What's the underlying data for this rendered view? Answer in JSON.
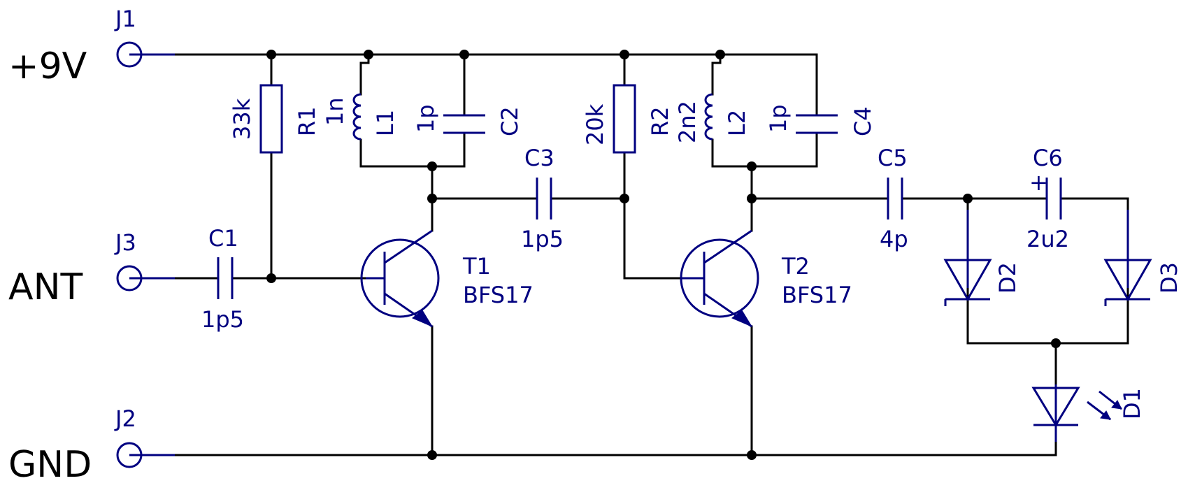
{
  "colors": {
    "wire": "#000000",
    "component": "#000080",
    "background": "#ffffff"
  },
  "connectors": {
    "j1": {
      "ref": "J1",
      "signal": "+9V"
    },
    "j2": {
      "ref": "J2",
      "signal": "GND"
    },
    "j3": {
      "ref": "J3",
      "signal": "ANT"
    }
  },
  "components": {
    "r1": {
      "ref": "R1",
      "value": "33k"
    },
    "r2": {
      "ref": "R2",
      "value": "20k"
    },
    "l1": {
      "ref": "L1",
      "value": "1n"
    },
    "l2": {
      "ref": "L2",
      "value": "2n2"
    },
    "c1": {
      "ref": "C1",
      "value": "1p5"
    },
    "c2": {
      "ref": "C2",
      "value": "1p"
    },
    "c3": {
      "ref": "C3",
      "value": "1p5"
    },
    "c4": {
      "ref": "C4",
      "value": "1p"
    },
    "c5": {
      "ref": "C5",
      "value": "4p"
    },
    "c6": {
      "ref": "C6",
      "value": "2u2",
      "polarity": "+"
    },
    "t1": {
      "ref": "T1",
      "value": "BFS17"
    },
    "t2": {
      "ref": "T2",
      "value": "BFS17"
    },
    "d1": {
      "ref": "D1"
    },
    "d2": {
      "ref": "D2"
    },
    "d3": {
      "ref": "D3"
    }
  }
}
